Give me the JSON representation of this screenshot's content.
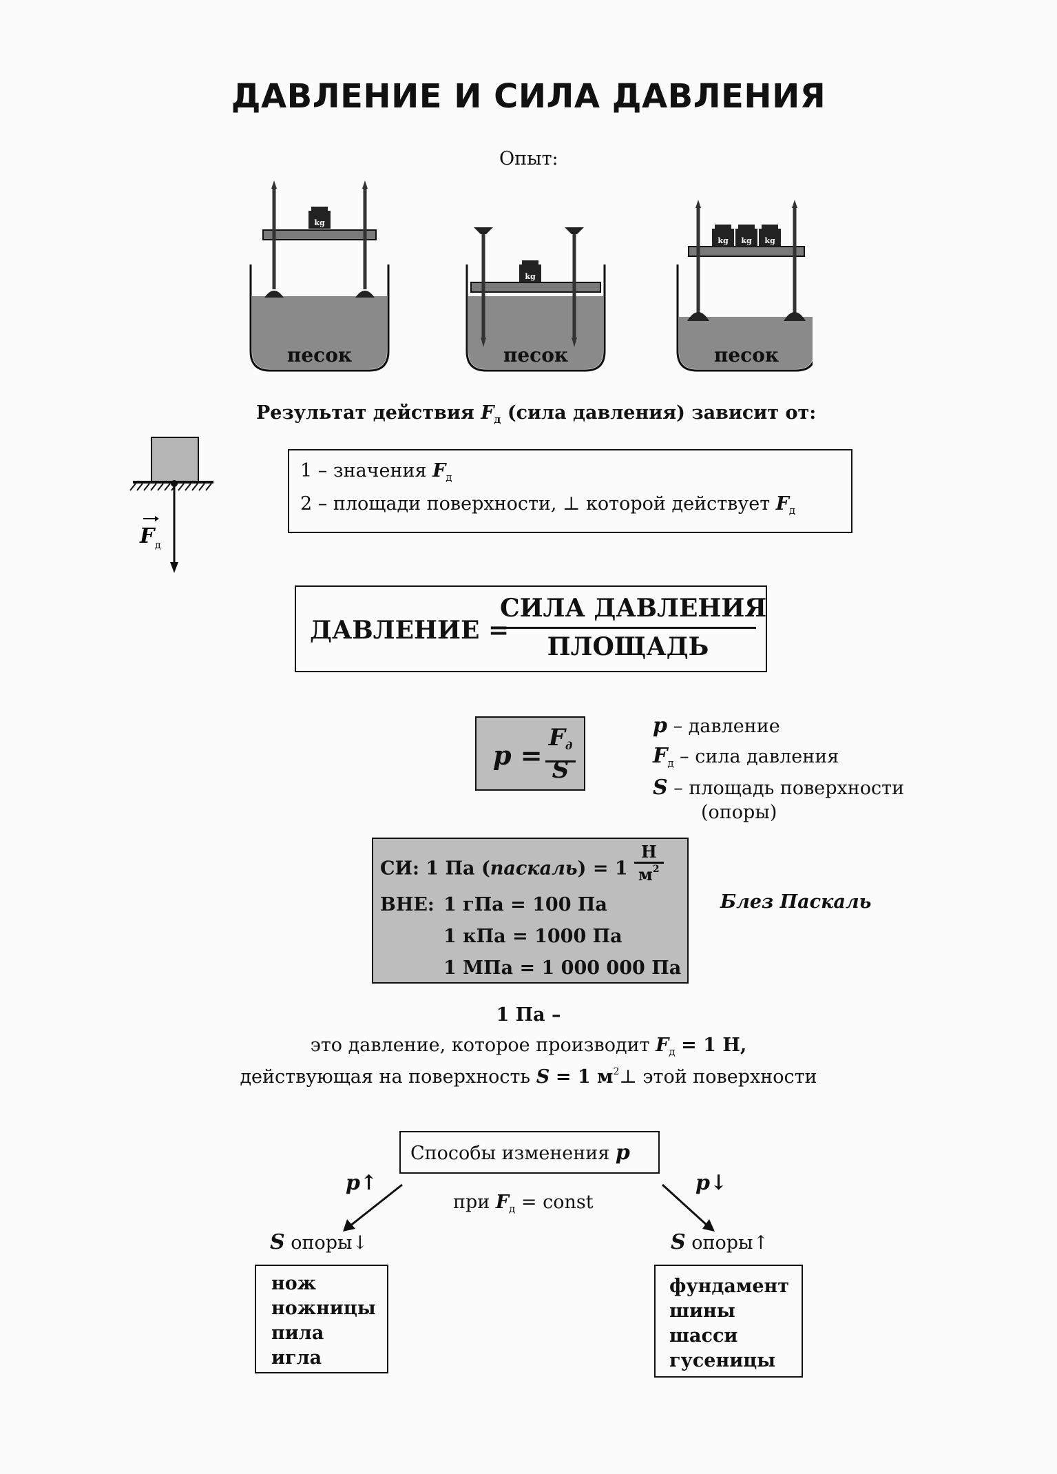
{
  "title": "ДАВЛЕНИЕ И СИЛА ДАВЛЕНИЯ",
  "experiment": {
    "label": "Опыт:",
    "weight_label": "kg",
    "container_label": "песок"
  },
  "result": {
    "text_before": "Результат действия",
    "F": "F",
    "F_sub": "д",
    "text_after": "(сила давления) зависит от:"
  },
  "factors": {
    "item1_prefix": "1 – значения",
    "item2_prefix": "2 – площади поверхности, ⊥ которой действует"
  },
  "force_diagram": {
    "vector_label": "F",
    "vector_sub": "д"
  },
  "word_formula": {
    "lhs": "ДАВЛЕНИЕ =",
    "numerator": "СИЛА ДАВЛЕНИЯ",
    "denominator": "ПЛОЩАДЬ"
  },
  "formula": {
    "lhs": "p =",
    "numerator": "F",
    "numerator_sub": "д",
    "denominator": "S"
  },
  "legend": {
    "p_symbol": "p",
    "p_desc": " – давление",
    "F_symbol": "F",
    "F_sub": "д",
    "F_desc": " – сила давления",
    "S_symbol": "S",
    "S_desc": " – площадь поверхности",
    "S_desc2": "(опоры)"
  },
  "units": {
    "si_prefix": "СИ: 1 Па (",
    "si_name": "паскаль",
    "si_middle": ") = 1",
    "si_num": "Н",
    "si_den": "м",
    "si_den_sup": "2",
    "bne_prefix": "ВНЕ:",
    "bne1": "1 гПа = 100 Па",
    "bne2": "1 кПа  = 1000 Па",
    "bne3": "1 МПа = 1 000 000 Па"
  },
  "person": "Блез Паскаль",
  "pa_definition": {
    "line1": "1 Па –",
    "line2_prefix": "это давление, которое производит",
    "line2_suffix": "= 1 Н,",
    "line3_prefix": "действующая на поверхность",
    "line3_S": "S",
    "line3_middle": "= 1 м",
    "line3_sup": "2",
    "line3_suffix": "⊥ этой поверхности"
  },
  "methods": {
    "title_prefix": "Способы изменения",
    "title_p": "p",
    "left_arrow_label": "p↑",
    "right_arrow_label": "p↓",
    "condition_prefix": "при",
    "condition_suffix": "= const",
    "left_heading": " опоры↓",
    "right_heading": " опоры↑",
    "left_items": [
      "нож",
      "ножницы",
      "пила",
      "игла"
    ],
    "right_items": [
      "фундамент",
      "шины",
      "шасси",
      "гусеницы"
    ]
  }
}
